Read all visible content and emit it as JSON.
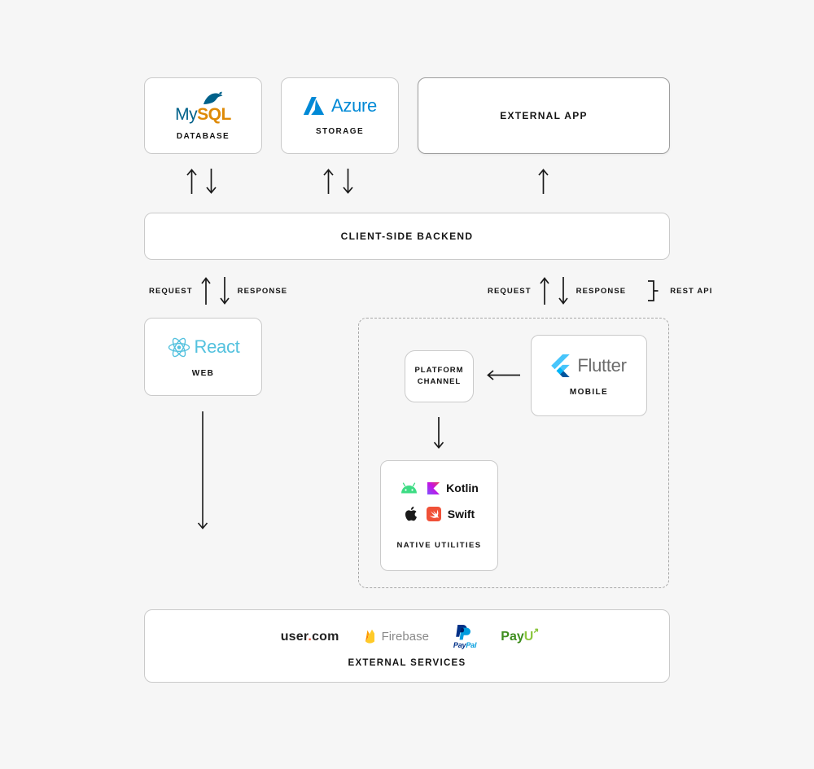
{
  "top_row": {
    "mysql": {
      "wordmark_my": "My",
      "wordmark_sql": "SQL",
      "label": "DATABASE"
    },
    "azure": {
      "wordmark": "Azure",
      "label": "STORAGE"
    },
    "external_app": {
      "title": "EXTERNAL APP"
    }
  },
  "backend": {
    "title": "CLIENT-SIDE BACKEND"
  },
  "api_labels": {
    "left_request": "REQUEST",
    "left_response": "RESPONSE",
    "right_request": "REQUEST",
    "right_response": "RESPONSE",
    "rest_api": "REST API"
  },
  "web": {
    "wordmark": "React",
    "label": "WEB"
  },
  "mobile": {
    "platform_channel": "PLATFORM\nCHANNEL",
    "flutter_wordmark": "Flutter",
    "flutter_label": "MOBILE",
    "native": {
      "kotlin": "Kotlin",
      "swift": "Swift",
      "label": "NATIVE UTILITIES"
    }
  },
  "services": {
    "title": "EXTERNAL SERVICES",
    "usercom": {
      "part1": "user",
      "dot": ".",
      "part2": "com"
    },
    "firebase": "Firebase",
    "paypal": {
      "part1": "Pay",
      "part2": "Pal"
    },
    "payu": {
      "part1": "Pay",
      "part2": "U"
    }
  },
  "colors": {
    "background": "#f6f6f6",
    "box_border": "#cacaca",
    "mysql_blue": "#00618A",
    "mysql_orange": "#DE8A07",
    "azure_blue": "#0089D6",
    "react_cyan": "#53C1DE",
    "flutter_light_blue": "#47C5FB",
    "flutter_dark_blue": "#00569E",
    "android_green": "#3DDC84",
    "kotlin_purple": "#7F52FF",
    "kotlin_pink": "#E44857",
    "swift_orange": "#F05138",
    "firebase_amber": "#FFCA28",
    "paypal_dark_blue": "#003087",
    "paypal_light_blue": "#009CDE",
    "payu_dark_green": "#3E8E1E",
    "payu_light_green": "#8CC63F",
    "usercom_dot_red": "#E8503A"
  }
}
